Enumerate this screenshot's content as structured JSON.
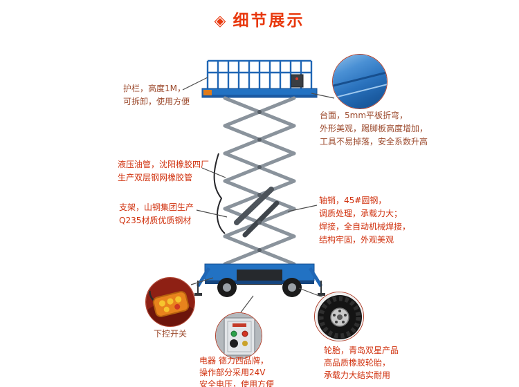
{
  "title": {
    "icon": "◈",
    "text": "细节展示"
  },
  "colors": {
    "title_red": "#e8380d",
    "note_red": "#d0310e",
    "note_brown": "#9c4a2d",
    "machine_blue": "#2272c3",
    "scissor_gray": "#8a939c"
  },
  "notes": {
    "guardrail": {
      "lines": [
        "护栏，高度1M，",
        "可拆卸，使用方便"
      ]
    },
    "platform": {
      "lines": [
        "台面，5mm平板折弯，",
        "外形美观，踢脚板高度增加，",
        "工具不易掉落，安全系数升高"
      ]
    },
    "hose": {
      "lines": [
        "液压油管，沈阳橡胶四厂",
        "生产双层钢网橡胶管"
      ]
    },
    "frame": {
      "lines": [
        "支架，山钢集团生产",
        "Q235材质优质钢材"
      ]
    },
    "axle": {
      "lines": [
        "轴销，45#圆钢，",
        "调质处理，承载力大；",
        "焊接，全自动机械焊接，",
        "结构牢固，外观美观"
      ]
    },
    "remote_label": "下控开关",
    "electric": {
      "lines": [
        "电器 德力西品牌，",
        "操作部分采用24V",
        "安全电压，使用方便"
      ]
    },
    "tire": {
      "lines": [
        "轮胎，青岛双星产品",
        "高品质橡胶轮胎，",
        "承载力大结实耐用"
      ]
    }
  },
  "callouts": {
    "platform_photo": "platform-surface-photo",
    "remote_photo": "remote-control-photo",
    "control_box_photo": "control-box-photo",
    "wheel_photo": "wheel-photo"
  }
}
